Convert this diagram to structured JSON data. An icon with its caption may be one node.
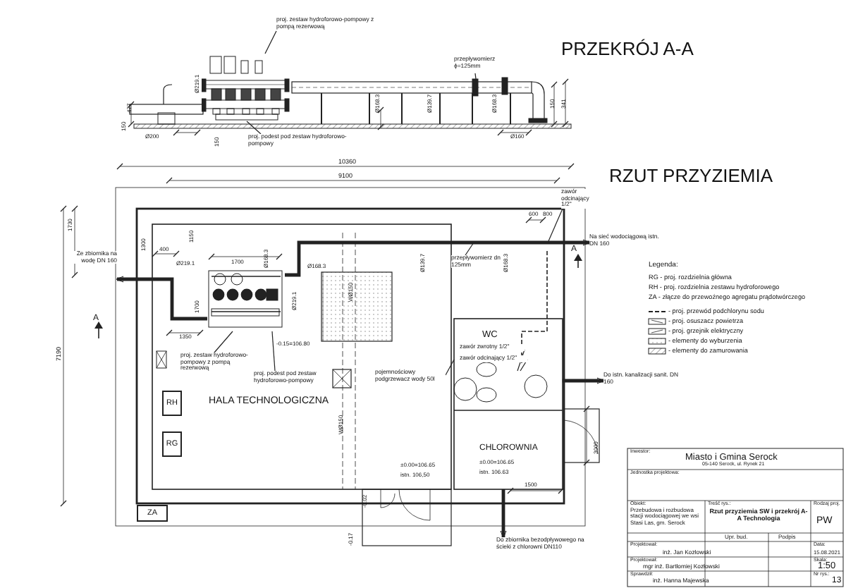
{
  "diagram": {
    "title": "RZUT PRZYZIEMIA",
    "nodes": [
      {
        "text": [],
        "shape": "picture"
      },
      {
        "text": [
          "proj. zestaw hydroforowo-pompowy z pompą rezerwową"
        ]
      },
      {
        "text": [
          "proj. podest pod zestaw hydroforowo-pompowy"
        ]
      },
      {
        "text": [
          "przepływomierz ϕ=125mm"
        ]
      },
      {
        "text": [
          "HALA TECHNOLOGICZNA"
        ]
      },
      {
        "text": [],
        "shape": "picture",
        "in": 4
      },
      {
        "text": [
          "proj. zestaw hydroforowo-pompowy z pompą rezerwową"
        ],
        "in": 4
      },
      {
        "text": [
          "proj. podest pod zestaw hydroforowo-pompowy"
        ],
        "in": 4
      },
      {
        "text": [
          "RH"
        ],
        "in": 4
      },
      {
        "text": [
          "RG"
        ],
        "in": 4
      },
      {
        "text": [
          "pojemnościowy podgrzewacz wody 50l"
        ],
        "in": 4
      },
      {
        "text": [
          "WC"
        ]
      },
      {
        "text": [
          "zawór zwrotny 1/2\""
        ],
        "in": 11
      },
      {
        "text": [
          "zawór odcinający 1/2\""
        ],
        "in": 11
      },
      {
        "text": [
          "CHLOROWNIA"
        ]
      },
      {
        "text": [
          "ZA"
        ]
      },
      {
        "text": [
          "Ze zbiornika na wodę DN 160"
        ]
      },
      {
        "text": [
          "Na sieć wodociągową istn. DN 160"
        ]
      },
      {
        "text": [
          "Do istn. kanalizacji sanit. DN 160"
        ]
      },
      {
        "text": [
          "Do zbiornika bezodpływowego na ścieki z chlorowni DN110"
        ]
      },
      {
        "text": [
          "przepływomierz dn 125mm"
        ]
      },
      {
        "text": [
          "zawór odcinający 1/2\""
        ]
      }
    ],
    "edges": [
      {
        "from": 1,
        "to": 0,
        "arrow": "none"
      },
      {
        "from": 2,
        "to": 0,
        "arrow": "none"
      },
      {
        "from": 3,
        "to": null,
        "arrow": "none"
      },
      {
        "from": 5,
        "to": 16,
        "arrow": "to",
        "style": "thick"
      },
      {
        "from": 5,
        "to": 17,
        "arrow": "to",
        "style": "thick"
      },
      {
        "from": 11,
        "to": 18,
        "arrow": "to",
        "style": "thick"
      },
      {
        "from": 14,
        "to": 19,
        "arrow": "to",
        "style": "thick"
      },
      {
        "from": 6,
        "to": 5,
        "arrow": "none"
      },
      {
        "from": 7,
        "to": 5,
        "arrow": "none"
      },
      {
        "from": 10,
        "to": 11,
        "arrow": "none"
      },
      {
        "from": 12,
        "to": null,
        "arrow": "none"
      },
      {
        "from": 13,
        "to": null,
        "arrow": "none"
      },
      {
        "from": 20,
        "to": null,
        "arrow": "none"
      },
      {
        "from": 21,
        "to": null,
        "arrow": "none"
      }
    ],
    "labels": [
      "PRZEKRÓJ A-A",
      "Ø219.1",
      "477",
      "150",
      "Ø200",
      "150",
      "Ø168.3",
      "Ø139.7",
      "Ø168.3",
      "150",
      "341",
      "Ø160",
      "10360",
      "9100",
      "1730",
      "7190",
      "1300",
      "400",
      "1150",
      "Ø219.1",
      "1700",
      "Ø168.3",
      "Ø168.3",
      "1700",
      "Ø219.1",
      "1350",
      "-0.15=106.80",
      "WØ150",
      "WØ150",
      "A",
      "A",
      "600",
      "800",
      "Ø139.7",
      "Ø168.3",
      "±0.00=106.65",
      "istn. 106,50",
      "±0.00=106.65",
      "istn. 106.63",
      "1500",
      "3000",
      "-0.02",
      "-0.17",
      "Legenda:",
      "RG - proj. rozdzielnia główna",
      "RH - proj. rozdzielnia zestawu hydroforowego",
      "ZA - złącze do przewoźnego agregatu prądotwórczego",
      "Inwestor:",
      "Miasto i Gmina Serock",
      "05-140 Serock, ul. Rynek 21",
      "Jednostka projektowa:",
      "Obiekt:",
      "Przebudowa i rozbudowa stacji wodociągowej we wsi Stasi Las, gm. Serock",
      "Treść rys.:",
      "Rzut przyziemia SW i przekrój A-A Technologia",
      "Rodzaj proj.",
      "PW",
      "Upr. bud.",
      "Podpis",
      "Projektował:",
      "inż. Jan Kozłowski",
      "Data:",
      "15.08.2021",
      "Projektował:",
      "mgr inż. Bartłomiej Kozłowski",
      "Skala:",
      "1:50",
      "Sprawdził:",
      "inż. Hanna Majewska",
      "Nr rys.:",
      "13"
    ],
    "legend": [
      {
        "text": "- proj. przewód podchlorynu sodu"
      },
      {
        "text": "- proj. osuszacz powietrza"
      },
      {
        "text": "- proj. grzejnik elektryczny"
      },
      {
        "text": "- elementy do wyburzenia"
      },
      {
        "text": "- elementy do zamurowania"
      }
    ]
  }
}
